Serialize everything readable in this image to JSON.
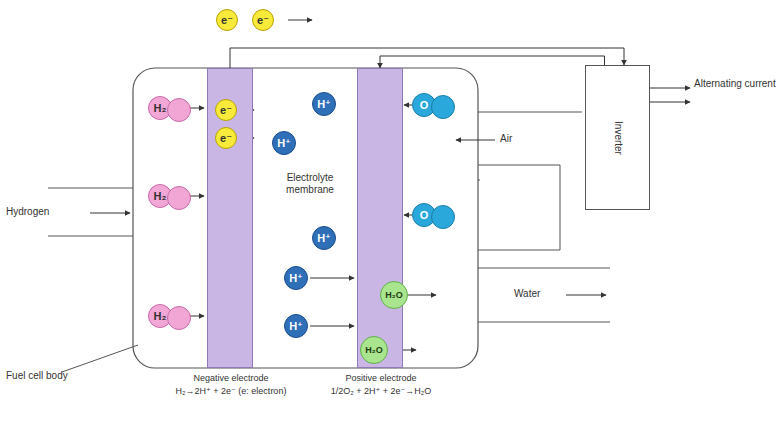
{
  "diagram": {
    "nodes": [
      {
        "text": [
          "e⁻"
        ]
      },
      {
        "text": [
          "e⁻"
        ]
      },
      {
        "text": [
          "e⁻"
        ]
      },
      {
        "text": [
          "e⁻"
        ]
      },
      {
        "text": [
          "H₂"
        ]
      },
      {
        "text": [
          "H₂"
        ]
      },
      {
        "text": [
          "H₂"
        ]
      },
      {
        "text": [
          "Negative electrode",
          "H₂→2H⁺ + 2e⁻ (e: electron)"
        ]
      },
      {
        "text": [
          "H⁺"
        ]
      },
      {
        "text": [
          "H⁺"
        ]
      },
      {
        "text": [
          "H⁺"
        ]
      },
      {
        "text": [
          "H⁺"
        ]
      },
      {
        "text": [
          "H⁺"
        ]
      },
      {
        "text": [
          "Positive electrode",
          "1/2O₂ + 2H⁺ + 2e⁻→H₂O"
        ]
      },
      {
        "text": [
          "O"
        ]
      },
      {
        "text": [
          "O"
        ]
      },
      {
        "text": [
          "H₂O"
        ]
      },
      {
        "text": [
          "H₂O"
        ]
      },
      {
        "text": [
          "Inverter"
        ]
      }
    ],
    "edges": [
      {
        "from": 7,
        "to": 18,
        "arrow": "to"
      },
      {
        "from": 18,
        "to": 13,
        "arrow": "to"
      }
    ],
    "labels": [
      "Hydrogen",
      "Electrolyte membrane",
      "Air",
      "Water",
      "Fuel cell body",
      "Alternating current"
    ]
  }
}
